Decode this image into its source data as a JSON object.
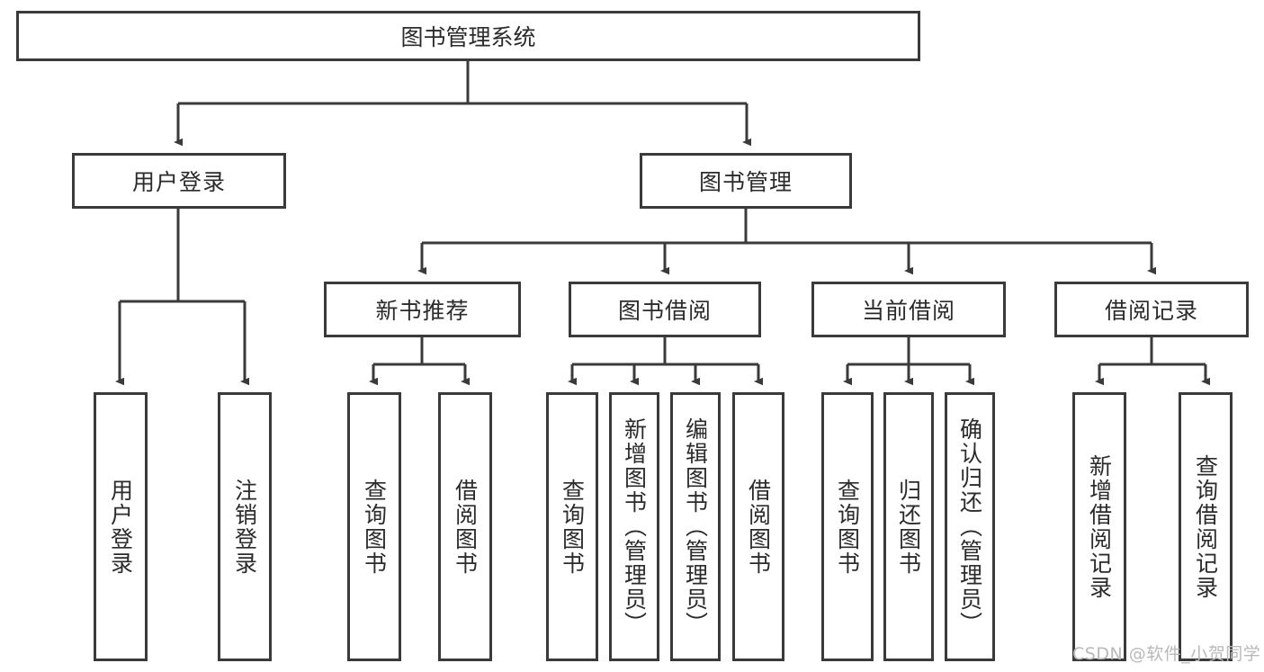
{
  "diagram": {
    "title": "图书管理系统",
    "watermark": "CSDN @软件_小贺同学",
    "line_color": "#3a3a3a",
    "text_color": "#2b2b2b",
    "background": "#ffffff"
  },
  "levels": {
    "root": {
      "label": "图书管理系统"
    },
    "level2": [
      {
        "label": "用户登录"
      },
      {
        "label": "图书管理"
      }
    ],
    "level3": [
      {
        "label": "新书推荐"
      },
      {
        "label": "图书借阅"
      },
      {
        "label": "当前借阅"
      },
      {
        "label": "借阅记录"
      }
    ],
    "leaves": [
      {
        "label": "用户登录"
      },
      {
        "label": "注销登录"
      },
      {
        "label": "查询图书"
      },
      {
        "label": "借阅图书"
      },
      {
        "label": "查询图书"
      },
      {
        "label": "新增图书（管理员）"
      },
      {
        "label": "编辑图书（管理员）"
      },
      {
        "label": "借阅图书"
      },
      {
        "label": "查询图书"
      },
      {
        "label": "归还图书"
      },
      {
        "label": "确认归还（管理员）"
      },
      {
        "label": "新增借阅记录"
      },
      {
        "label": "查询借阅记录"
      }
    ]
  },
  "tree": {
    "图书管理系统": [
      "用户登录",
      "图书管理"
    ],
    "用户登录": [
      "用户登录",
      "注销登录"
    ],
    "图书管理": [
      "新书推荐",
      "图书借阅",
      "当前借阅",
      "借阅记录"
    ],
    "新书推荐": [
      "查询图书",
      "借阅图书"
    ],
    "图书借阅": [
      "查询图书",
      "新增图书（管理员）",
      "编辑图书（管理员）",
      "借阅图书"
    ],
    "当前借阅": [
      "查询图书",
      "归还图书",
      "确认归还（管理员）"
    ],
    "借阅记录": [
      "新增借阅记录",
      "查询借阅记录"
    ]
  }
}
